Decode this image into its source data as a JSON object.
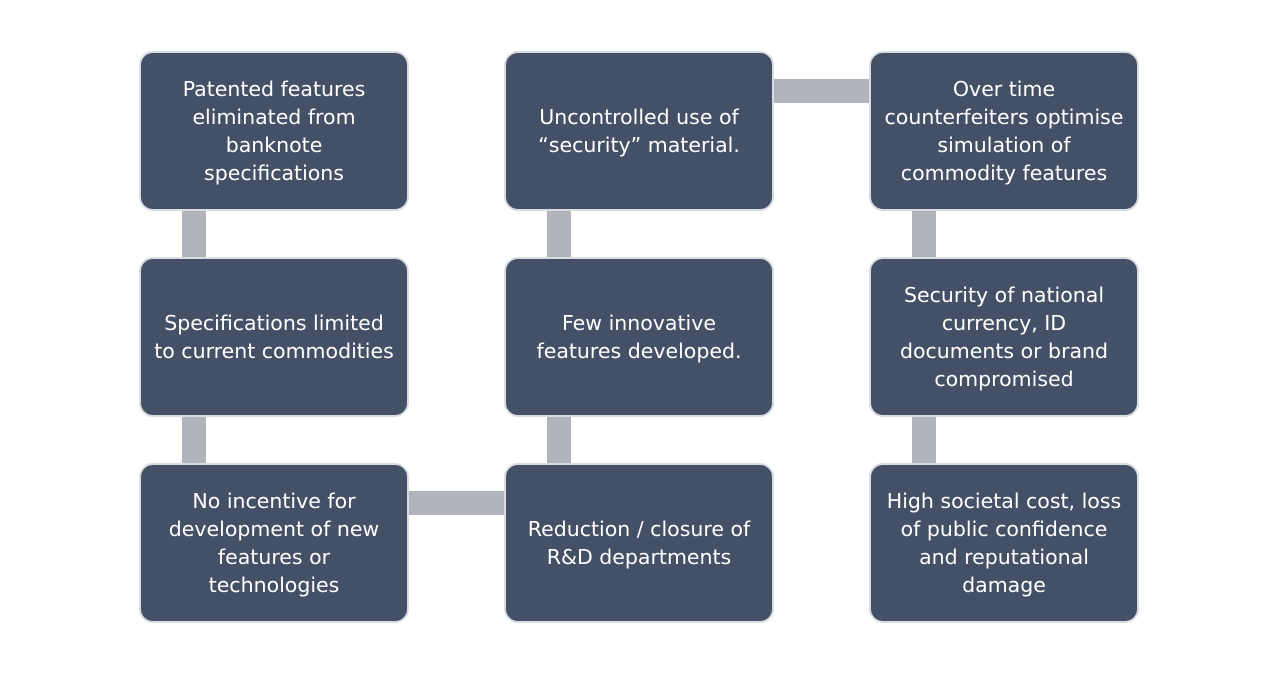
{
  "colors": {
    "box_fill": "#435066",
    "box_border": "#d9dde2",
    "connector": "#b1b4ba",
    "text": "#ffffff"
  },
  "boxes": [
    "Patented features eliminated from banknote specifications",
    "Specifications limited to current commodities",
    "No incentive for development of new features or technologies",
    "Reduction / closure of R&D departments",
    "Few innovative features developed.",
    "Uncontrolled use of “security” material.",
    "Over time counterfeiters optimise simulation of commodity features",
    "Security of national currency, ID documents or brand compromised",
    "High societal cost, loss of public confidence and reputational damage"
  ]
}
